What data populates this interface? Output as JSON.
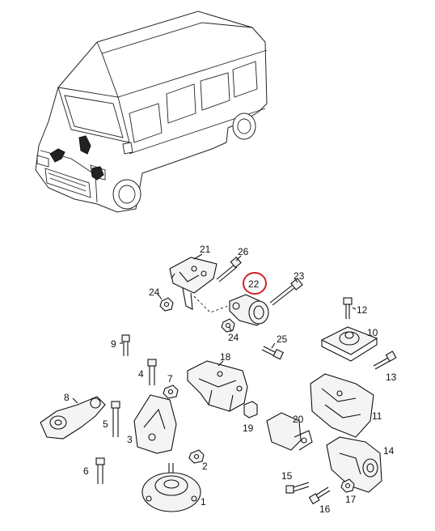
{
  "callouts": {
    "c1": "1",
    "c2": "2",
    "c3": "3",
    "c4": "4",
    "c5": "5",
    "c6": "6",
    "c7": "7",
    "c8": "8",
    "c9": "9",
    "c10": "10",
    "c11": "11",
    "c12": "12",
    "c13": "13",
    "c14": "14",
    "c15": "15",
    "c16": "16",
    "c17": "17",
    "c18": "18",
    "c19": "19",
    "c20": "20",
    "c21": "21",
    "c22": "22",
    "c23": "23",
    "c24a": "24",
    "c24b": "24",
    "c25": "25",
    "c26": "26"
  },
  "highlight": {
    "part": "22",
    "color": "#d0202a"
  }
}
